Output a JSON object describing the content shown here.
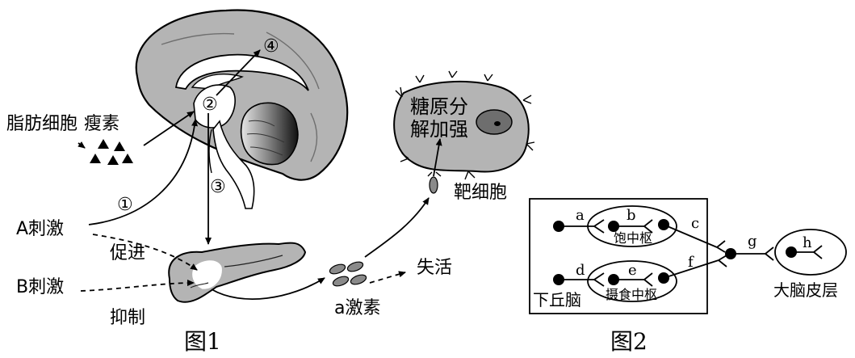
{
  "figure1": {
    "caption": "图1",
    "labels": {
      "adipocyte": "脂肪细胞",
      "leptin": "瘦素",
      "stim_a": "A刺激",
      "stim_b": "B刺激",
      "promote": "促进",
      "inhibit": "抑制",
      "hormone_a": "a激素",
      "inactivate": "失活",
      "target_cell": "靶细胞",
      "glycogen_line1": "糖原分",
      "glycogen_line2": "解加强"
    },
    "markers": {
      "m1": "①",
      "m2": "②",
      "m3": "③",
      "m4": "④"
    }
  },
  "figure2": {
    "caption": "图2",
    "letters": {
      "a": "a",
      "b": "b",
      "c": "c",
      "d": "d",
      "e": "e",
      "f": "f",
      "g": "g",
      "h": "h"
    },
    "labels": {
      "satiety_center": "饱中枢",
      "feeding_center": "摄食中枢",
      "hypothalamus": "下丘脑",
      "cortex": "大脑皮层"
    }
  }
}
